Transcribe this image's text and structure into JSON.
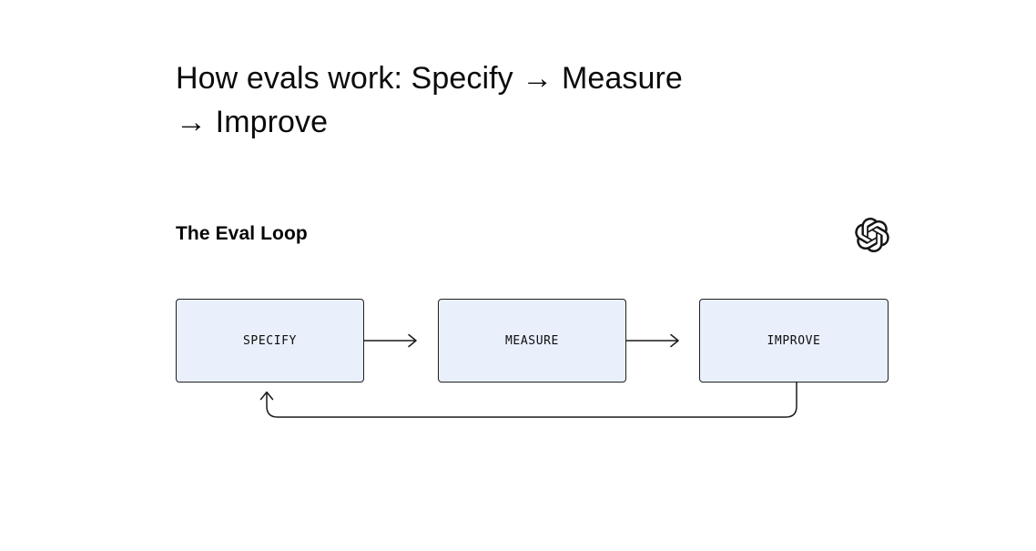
{
  "page": {
    "background": "#ffffff",
    "title": {
      "full": "How evals work: Specify → Measure → Improve",
      "line1": "How evals work: Specify → Measure",
      "line2": "→ Improve"
    }
  },
  "figure": {
    "label": "The Eval Loop",
    "logo_icon": "openai-logo",
    "colors": {
      "node_fill": "#e9f0fb",
      "node_border": "#1f1f1f",
      "connector_line": "#1a1a1a",
      "text": "#0b0b0b"
    },
    "diagram": {
      "type": "flowchart",
      "nodes": [
        {
          "id": "specify",
          "label": "SPECIFY"
        },
        {
          "id": "measure",
          "label": "MEASURE"
        },
        {
          "id": "improve",
          "label": "IMPROVE"
        }
      ],
      "edges": [
        {
          "from": "specify",
          "to": "measure",
          "style": "straight-arrow-right"
        },
        {
          "from": "measure",
          "to": "improve",
          "style": "straight-arrow-right"
        },
        {
          "from": "improve",
          "to": "specify",
          "style": "loop-back-arrow-below"
        }
      ]
    }
  }
}
